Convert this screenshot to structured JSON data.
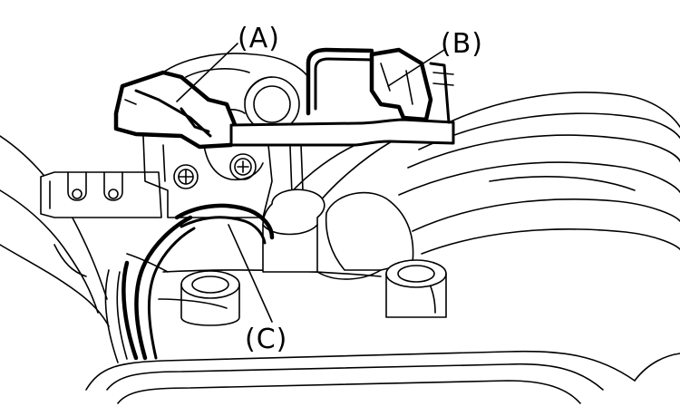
{
  "callouts": {
    "a": "(A)",
    "b": "(B)",
    "c": "(C)"
  },
  "icons": [
    "screw-icon",
    "bolt-icon"
  ]
}
